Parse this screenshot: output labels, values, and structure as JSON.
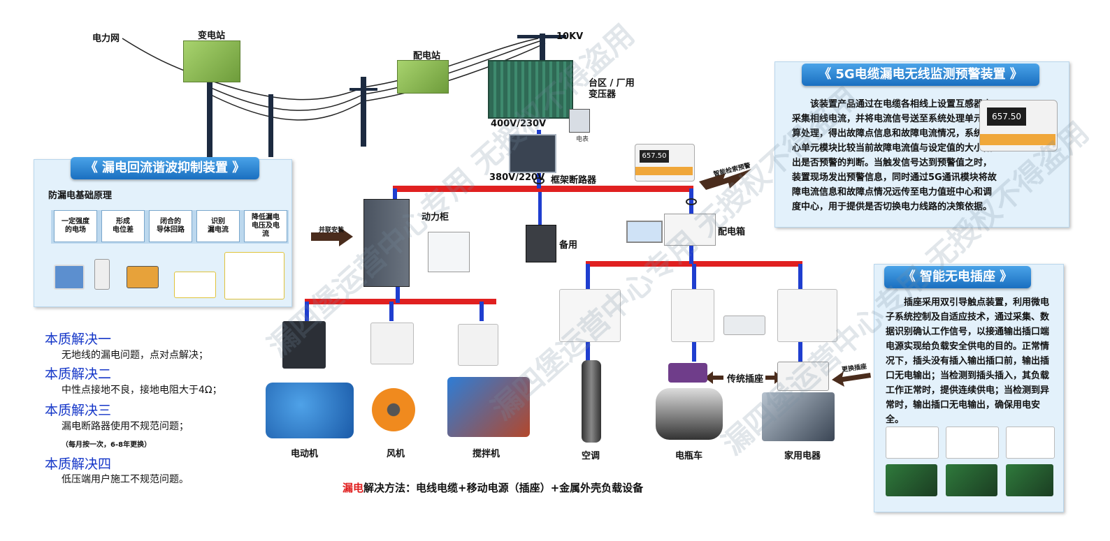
{
  "grid": {
    "power_grid": "电力网",
    "substation": "变电站",
    "distribution_station": "配电站",
    "voltage_10kv": "10KV",
    "transformer": "台区 / 厂用\n变压器",
    "v400": "400V/230V",
    "meter": "电表",
    "v380": "380V/220V",
    "breaker": "框架断路器"
  },
  "left_panel": {
    "title": "《 漏电回流谐波抑制装置 》",
    "subtitle": "防漏电基础原理",
    "steps": [
      "一定强度\n的电场",
      "形成\n电位差",
      "闭合的\n导体回路",
      "识别\n漏电流",
      "降低漏电\n电压及电\n流"
    ]
  },
  "right_top_panel": {
    "title": "《 5G电缆漏电无线监测预警装置 》",
    "device_display": "657.50",
    "text": "该装置产品通过在电缆各相线上设置互感器来采集相线电流，并将电流信号送至系统处理单元计算处理，得出故障点信息和故障电流情况，系统中心单元模块比较当前故障电流值与设定值的大小做出是否预警的判断。当触发信号达到预警值之时，装置现场发出预警信息，同时通过5G通讯模块将故障电流信息和故障点情况远传至电力值班中心和调度中心，用于提供是否切换电力线路的决策依据。"
  },
  "right_bottom_panel": {
    "title": "《 智能无电插座 》",
    "text": "插座采用双引导触点装置，利用微电子系统控制及自适应技术，通过采集、数据识别确认工作信号，以接通输出插口端电源实现给负载安全供电的目的。正常情况下，插头没有插入输出插口前，输出插口无电输出；当检测到插头插入，其负载工作正常时，提供连续供电；当检测到异常时，输出插口无电输出，确保用电安全。"
  },
  "center": {
    "parallel_install": "并联安装",
    "power_cabinet": "动力柜",
    "backup": "备用",
    "smart_alert": "智能检索预警",
    "device_display": "657.50",
    "distribution_box": "配电箱",
    "traditional_socket": "传统插座",
    "replace_socket": "更换插座",
    "loads": [
      "电动机",
      "风机",
      "搅拌机",
      "空调",
      "电瓶车",
      "家用电器"
    ],
    "method_red": "漏电",
    "method_text": "解决方法：电线电缆+移动电源（插座）+金属外壳负载设备"
  },
  "solutions": [
    {
      "title": "本质解决一",
      "text": "无地线的漏电问题，点对点解决；"
    },
    {
      "title": "本质解决二",
      "text": "中性点接地不良，接地电阻大于4Ω；"
    },
    {
      "title": "本质解决三",
      "text": "漏电断路器使用不规范问题；",
      "note": "（每月按一次，6-8年更换）"
    },
    {
      "title": "本质解决四",
      "text": "低压端用户施工不规范问题。"
    }
  ],
  "watermark": "漏四堡运营中心专用 无授权不得盗用",
  "colors": {
    "bus_red": "#e02020",
    "wire_blue": "#1f3ecf",
    "banner_blue": "#1a6fc0",
    "solution_blue": "#1436c8"
  }
}
